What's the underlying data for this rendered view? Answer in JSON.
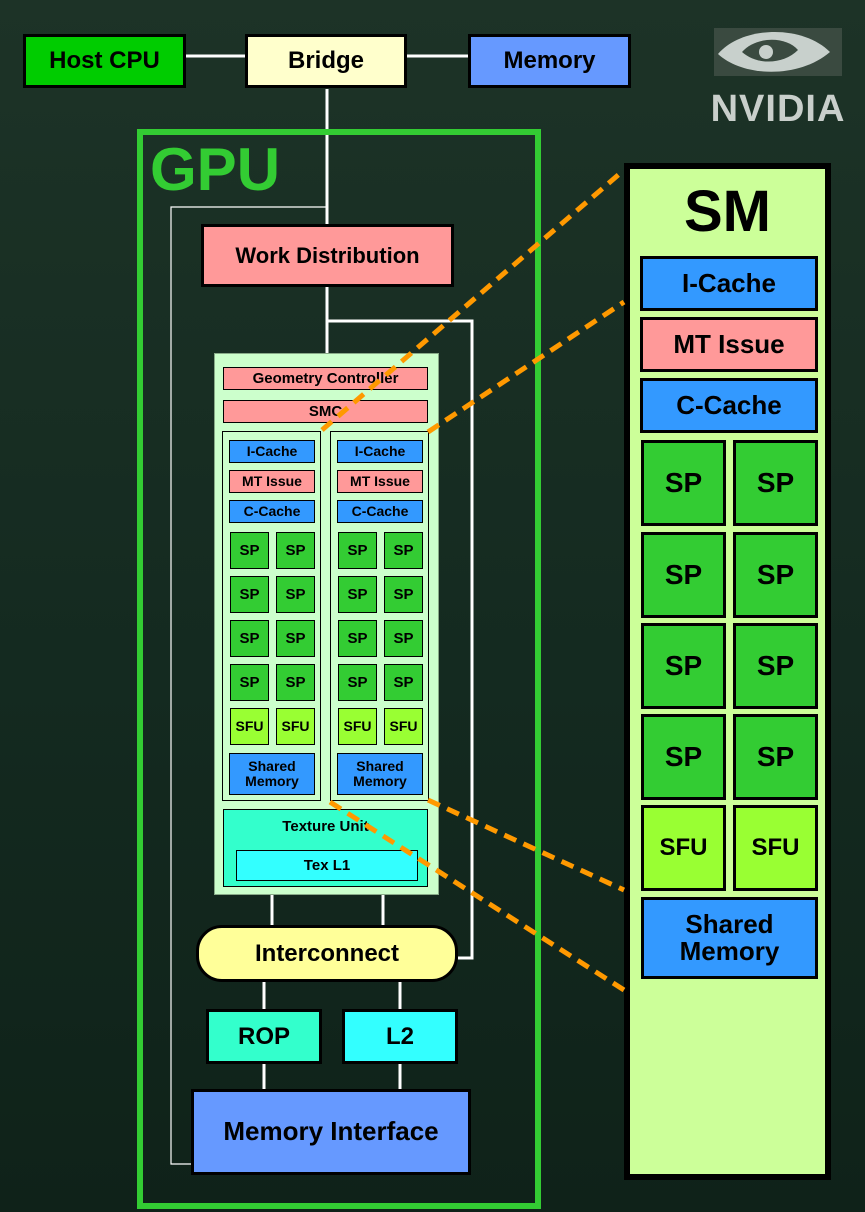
{
  "top": {
    "host_cpu": "Host CPU",
    "bridge": "Bridge",
    "memory": "Memory"
  },
  "logo": {
    "text": "NVIDIA"
  },
  "gpu": {
    "title": "GPU",
    "work_distribution": "Work Distribution",
    "tpc": {
      "geometry_controller": "Geometry Controller",
      "smc": "SMC",
      "sm": {
        "icache": "I-Cache",
        "mt_issue": "MT Issue",
        "ccache": "C-Cache",
        "sp": "SP",
        "sfu": "SFU",
        "shared_memory": "Shared Memory"
      },
      "texture_unit": "Texture Unit",
      "tex_l1": "Tex L1"
    },
    "interconnect": "Interconnect",
    "rop": "ROP",
    "l2": "L2",
    "memory_interface": "Memory Interface"
  },
  "sm_detail": {
    "title": "SM",
    "icache": "I-Cache",
    "mt_issue": "MT Issue",
    "ccache": "C-Cache",
    "sp": "SP",
    "sfu": "SFU",
    "shared_memory": "Shared Memory"
  },
  "colors": {
    "background": "#17301f",
    "gpu_border": "#33cc33",
    "sm_panel": "#ccff99",
    "sp": "#33cc33",
    "sfu": "#99ff33",
    "cache": "#3399ff",
    "issue": "#ff9999",
    "texture": "#33ffcc",
    "interconnect": "#ffff99",
    "bridge": "#ffffcc",
    "memory": "#6699ff",
    "callout": "#ff9900"
  }
}
